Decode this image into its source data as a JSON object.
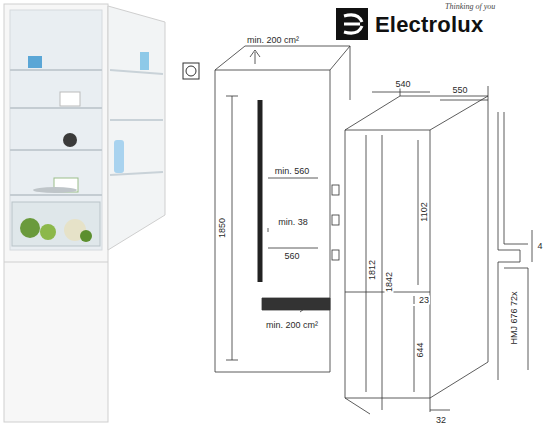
{
  "diagram": {
    "labels": [
      "Electrolux",
      "Thinking of you",
      "min. 200 cm²",
      "540",
      "550",
      "min. 560",
      "1850",
      "min. 38",
      "560",
      "1102",
      "1812",
      "1842",
      "4",
      "HMJ 676 72x",
      "23",
      "644",
      "min. 200 cm²",
      "32"
    ]
  }
}
